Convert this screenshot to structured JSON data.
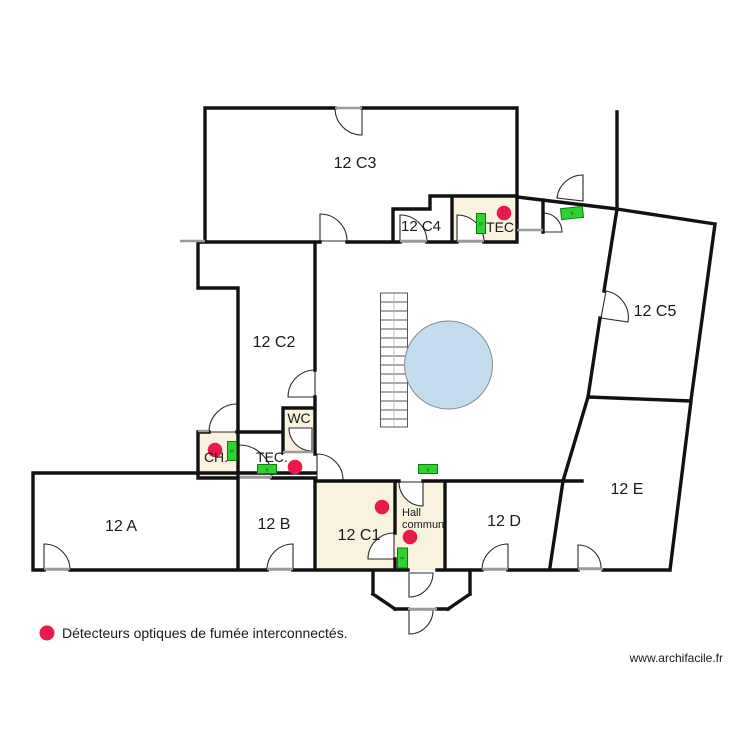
{
  "rooms": {
    "c3": {
      "label": "12 C3"
    },
    "c4": {
      "label": "12 C4"
    },
    "tec_top": {
      "label": "TEC."
    },
    "c5": {
      "label": "12 C5"
    },
    "c2": {
      "label": "12 C2"
    },
    "wc": {
      "label": "WC"
    },
    "ch": {
      "label": "CH."
    },
    "tec2": {
      "label": "TEC."
    },
    "a": {
      "label": "12 A"
    },
    "b": {
      "label": "12 B"
    },
    "c1": {
      "label": "12 C1"
    },
    "hall": {
      "line1": "Hall",
      "line2": "commun"
    },
    "d": {
      "label": "12 D"
    },
    "e": {
      "label": "12 E"
    }
  },
  "legend": {
    "detector_label": "Détecteurs optiques de fumée interconnectés."
  },
  "watermark": {
    "text": "www.archifacile.fr"
  },
  "marker_glyph": "s",
  "counts": {
    "smoke_detectors_on_plan": 5,
    "green_device_markers": 6
  },
  "colors": {
    "wall": "#111111",
    "room_fill": "#f8f2df",
    "detector": "#e91a4b",
    "marker_fill": "#2fd32f",
    "marker_border": "#0c7a0c",
    "pool_fill": "#c3ddee",
    "pool_border": "#8a8a8a",
    "stairs_stroke": "#555555",
    "sill": "#9b9b9b",
    "door_stroke": "#2b2b2b",
    "watermark_color": "#333333"
  }
}
